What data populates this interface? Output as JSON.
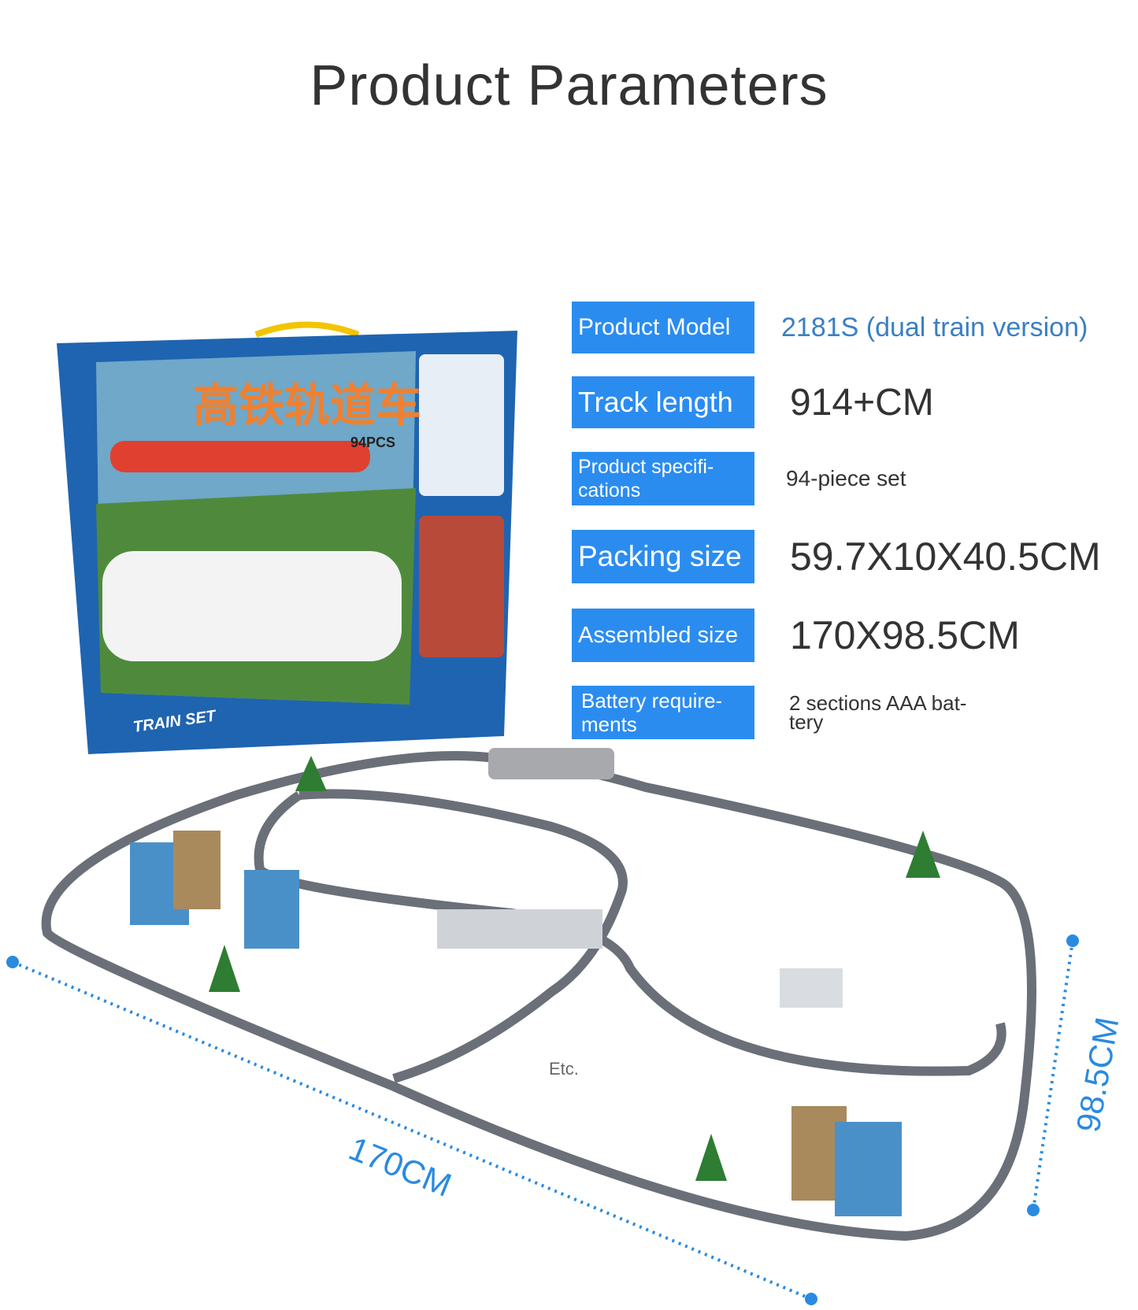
{
  "title": "Product Parameters",
  "parameters": [
    {
      "label": "Product Model",
      "value": "2181S (dual train version)"
    },
    {
      "label": "Track length",
      "value": "914+CM"
    },
    {
      "label": "Product specifi-\ncations",
      "value": "94-piece set"
    },
    {
      "label": "Packing size",
      "value": "59.7X10X40.5CM"
    },
    {
      "label": "Assembled size",
      "value": "170X98.5CM"
    },
    {
      "label": "Battery require-\nments",
      "value": "2 sections AAA bat-\ntery"
    }
  ],
  "box": {
    "chinese_title": "高铁轨道车",
    "pieces": "94PCS",
    "train_set": "TRAIN SET"
  },
  "diagram": {
    "width_label": "170CM",
    "depth_label": "98.5CM",
    "etc_label": "Etc."
  },
  "colors": {
    "label_bg": "#2b8cf0",
    "model_text": "#3a7fc4",
    "dimension_line": "#2a8ae0"
  }
}
